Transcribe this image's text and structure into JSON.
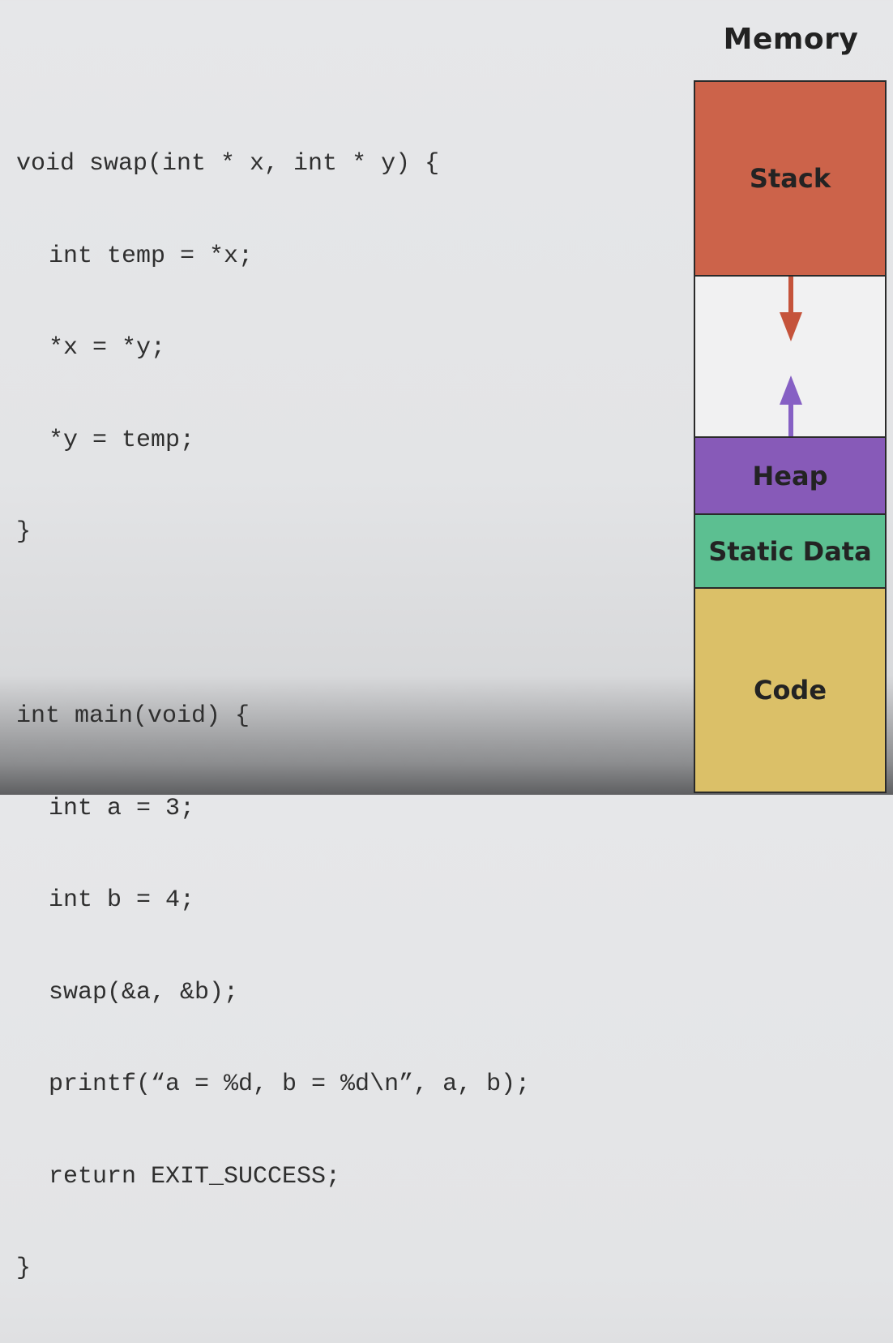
{
  "code": {
    "lines": [
      {
        "text": "void swap(int * x, int * y) {",
        "indent": 0
      },
      {
        "text": "int temp = *x;",
        "indent": 1
      },
      {
        "text": "*x = *y;",
        "indent": 1
      },
      {
        "text": "*y = temp;",
        "indent": 1
      },
      {
        "text": "}",
        "indent": 0
      },
      {
        "text": "",
        "indent": 0
      },
      {
        "text": "int main(void) {",
        "indent": 0
      },
      {
        "text": "int a = 3;",
        "indent": 1
      },
      {
        "text": "int b = 4;",
        "indent": 1
      },
      {
        "text": "swap(&a, &b);",
        "indent": 1
      },
      {
        "text": "printf(“a = %d, b = %d\\n”, a, b);",
        "indent": 1
      },
      {
        "text": "return EXIT_SUCCESS;",
        "indent": 1
      },
      {
        "text": "}",
        "indent": 0
      }
    ]
  },
  "memory": {
    "title": "Memory",
    "segments": {
      "stack": {
        "label": "Stack",
        "color": "#cc634a"
      },
      "heap": {
        "label": "Heap",
        "color": "#875ab8"
      },
      "static_data": {
        "label": "Static Data",
        "color": "#5cbf91"
      },
      "code": {
        "label": "Code",
        "color": "#dbc068"
      }
    },
    "arrows": {
      "stack_growth": {
        "direction": "down",
        "color": "#c5533b"
      },
      "heap_growth": {
        "direction": "up",
        "color": "#8660c4"
      }
    }
  }
}
